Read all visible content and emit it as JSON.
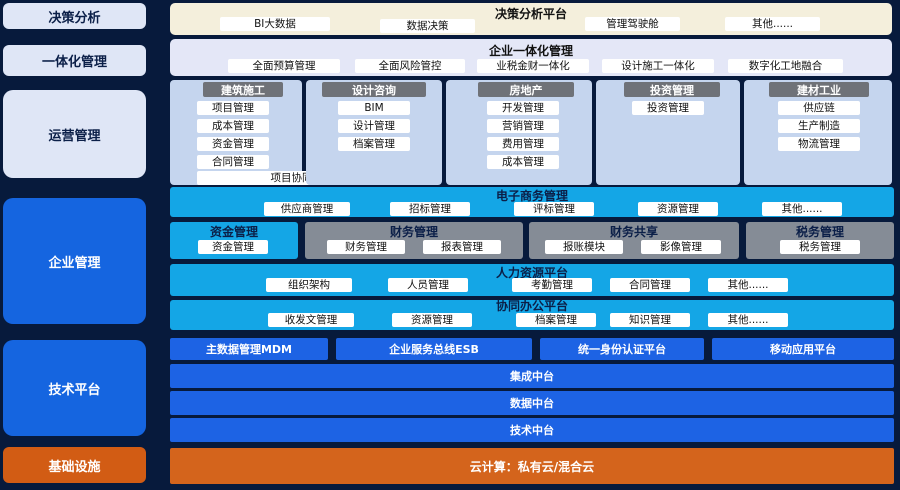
{
  "left": {
    "decision": "决策分析",
    "integration": "一体化管理",
    "operations": "运营管理",
    "enterprise": "企业管理",
    "tech": "技术平台",
    "infra": "基础设施"
  },
  "decision_platform": {
    "title": "决策分析平台",
    "items": [
      "BI大数据",
      "数据决策",
      "管理驾驶舱",
      "其他......"
    ]
  },
  "integration_platform": {
    "title": "企业一体化管理",
    "items": [
      "全面预算管理",
      "全面风险管控",
      "业税金财一体化",
      "设计施工一体化",
      "数字化工地融合"
    ]
  },
  "operations": {
    "construction": {
      "title": "建筑施工",
      "items": [
        "项目管理",
        "成本管理",
        "资金管理",
        "合同管理"
      ],
      "wide": "项目协同管理"
    },
    "design": {
      "title": "设计咨询",
      "items": [
        "BIM",
        "设计管理",
        "档案管理"
      ]
    },
    "realestate": {
      "title": "房地产",
      "items": [
        "开发管理",
        "营销管理",
        "费用管理",
        "成本管理"
      ]
    },
    "investment": {
      "title": "投资管理",
      "items": [
        "投资管理"
      ]
    },
    "materials": {
      "title": "建材工业",
      "items": [
        "供应链",
        "生产制造",
        "物流管理"
      ]
    }
  },
  "enterprise": {
    "ecommerce": {
      "title": "电子商务管理",
      "items": [
        "供应商管理",
        "招标管理",
        "评标管理",
        "资源管理",
        "其他......"
      ]
    },
    "capital": {
      "title": "资金管理",
      "items": [
        "资金管理"
      ]
    },
    "finance": {
      "title": "财务管理",
      "items": [
        "财务管理",
        "报表管理"
      ]
    },
    "shared": {
      "title": "财务共享",
      "items": [
        "报账模块",
        "影像管理"
      ]
    },
    "tax": {
      "title": "税务管理",
      "items": [
        "税务管理"
      ]
    },
    "hr": {
      "title": "人力资源平台",
      "items": [
        "组织架构",
        "人员管理",
        "考勤管理",
        "合同管理",
        "其他......"
      ]
    },
    "office": {
      "title": "协同办公平台",
      "items": [
        "收发文管理",
        "资源管理",
        "档案管理",
        "知识管理",
        "其他......"
      ]
    }
  },
  "tech": {
    "row1": [
      "主数据管理MDM",
      "企业服务总线ESB",
      "统一身份认证平台",
      "移动应用平台"
    ],
    "integration_hub": "集成中台",
    "data_hub": "数据中台",
    "tech_hub": "技术中台"
  },
  "infra": {
    "cloud": "云计算：私有云/混合云"
  },
  "colors": {
    "background": "#071a3c",
    "cyan": "#14a6e6",
    "blue": "#1d63e4",
    "orange": "#d4641c",
    "grey": "#858c96"
  }
}
